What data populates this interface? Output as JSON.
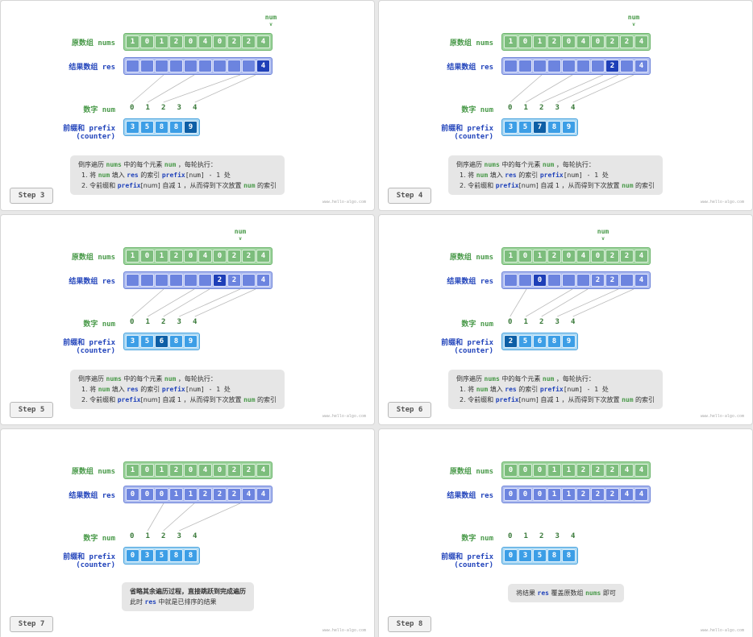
{
  "labels": {
    "nums": "原数组 nums",
    "res": "结果数组 res",
    "num": "数字 num",
    "prefix": "前缀和 prefix",
    "counter": "(counter)",
    "pointer": "num",
    "pointer_arrow": "v",
    "watermark": "www.hello-algo.com"
  },
  "digits": [
    "0",
    "1",
    "2",
    "3",
    "4"
  ],
  "note_loop": {
    "line1": [
      "倒序遍历 ",
      "nums",
      " 中的每个元素 ",
      "num",
      " ，每轮执行："
    ],
    "line2": [
      "1. 将 ",
      "num",
      " 填入 ",
      "res",
      " 的索引 ",
      "prefix",
      "[num] - 1 处"
    ],
    "line3": [
      "2. 令前缀和 ",
      "prefix",
      "[num] 自减 1 ，从而得到下次放置 ",
      "num",
      " 的索引"
    ]
  },
  "note_skip": {
    "line1": "省略其余遍历过程，直接跳跃到完成遍历",
    "line2": [
      "此时 ",
      "res",
      " 中就是已排序的结果"
    ]
  },
  "note_final": [
    "将结果 ",
    "res",
    " 覆盖原数组 ",
    "nums",
    " 即可"
  ],
  "panels": [
    {
      "step": "Step 3",
      "pointer_index": 9,
      "nums": [
        "1",
        "0",
        "1",
        "2",
        "0",
        "4",
        "0",
        "2",
        "2",
        "4"
      ],
      "nums_highlight": [],
      "res": [
        "",
        "",
        "",
        "",
        "",
        "",
        "",
        "",
        "",
        "4"
      ],
      "res_highlight": [
        9
      ],
      "prefix": [
        "3",
        "5",
        "8",
        "8",
        "9"
      ],
      "prefix_highlight": [
        4
      ],
      "note": "loop"
    },
    {
      "step": "Step 4",
      "pointer_index": 8,
      "nums": [
        "1",
        "0",
        "1",
        "2",
        "0",
        "4",
        "0",
        "2",
        "2",
        "4"
      ],
      "nums_highlight": [],
      "res": [
        "",
        "",
        "",
        "",
        "",
        "",
        "",
        "2",
        "",
        "4"
      ],
      "res_highlight": [
        7
      ],
      "prefix": [
        "3",
        "5",
        "7",
        "8",
        "9"
      ],
      "prefix_highlight": [
        2
      ],
      "note": "loop"
    },
    {
      "step": "Step 5",
      "pointer_index": 7,
      "nums": [
        "1",
        "0",
        "1",
        "2",
        "0",
        "4",
        "0",
        "2",
        "2",
        "4"
      ],
      "nums_highlight": [],
      "res": [
        "",
        "",
        "",
        "",
        "",
        "",
        "2",
        "2",
        "",
        "4"
      ],
      "res_highlight": [
        6
      ],
      "prefix": [
        "3",
        "5",
        "6",
        "8",
        "9"
      ],
      "prefix_highlight": [
        2
      ],
      "note": "loop"
    },
    {
      "step": "Step 6",
      "pointer_index": 6,
      "nums": [
        "1",
        "0",
        "1",
        "2",
        "0",
        "4",
        "0",
        "2",
        "2",
        "4"
      ],
      "nums_highlight": [],
      "res": [
        "",
        "",
        "0",
        "",
        "",
        "",
        "2",
        "2",
        "",
        "4"
      ],
      "res_highlight": [
        2
      ],
      "prefix": [
        "2",
        "5",
        "6",
        "8",
        "9"
      ],
      "prefix_highlight": [
        0
      ],
      "note": "loop"
    },
    {
      "step": "Step 7",
      "pointer_index": -1,
      "nums": [
        "1",
        "0",
        "1",
        "2",
        "0",
        "4",
        "0",
        "2",
        "2",
        "4"
      ],
      "nums_highlight": [],
      "res": [
        "0",
        "0",
        "0",
        "1",
        "1",
        "2",
        "2",
        "2",
        "4",
        "4"
      ],
      "res_highlight": [],
      "prefix": [
        "0",
        "3",
        "5",
        "8",
        "8"
      ],
      "prefix_highlight": [],
      "note": "skip"
    },
    {
      "step": "Step 8",
      "pointer_index": -1,
      "nums": [
        "0",
        "0",
        "0",
        "1",
        "1",
        "2",
        "2",
        "2",
        "4",
        "4"
      ],
      "nums_highlight": [],
      "res": [
        "0",
        "0",
        "0",
        "1",
        "1",
        "2",
        "2",
        "2",
        "4",
        "4"
      ],
      "res_highlight": [],
      "prefix": [
        "0",
        "3",
        "5",
        "8",
        "8"
      ],
      "prefix_highlight": [],
      "note": "final"
    }
  ]
}
